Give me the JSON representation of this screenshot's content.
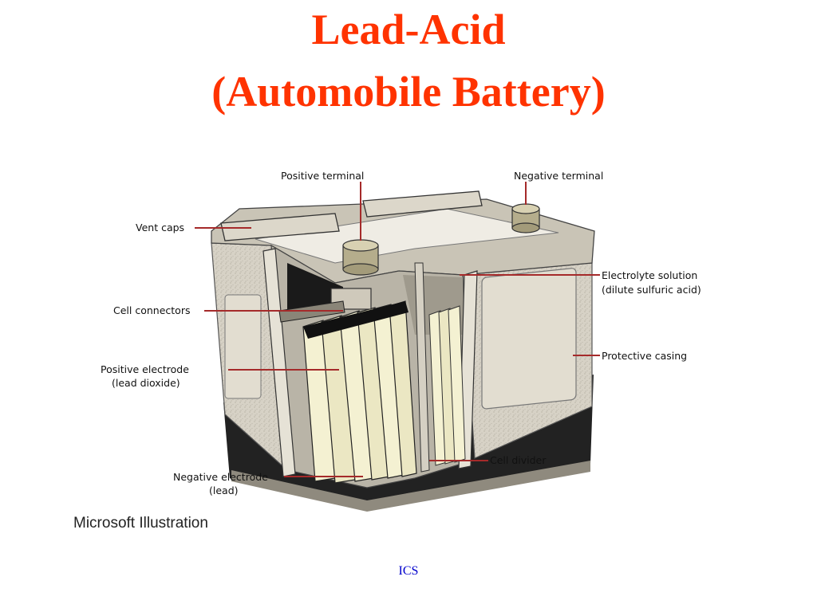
{
  "slide": {
    "title_line1": "Lead-Acid",
    "title_line2": "(Automobile Battery)",
    "credit": "Microsoft Illustration",
    "footer": "ICS"
  },
  "labels": {
    "positive_terminal": "Positive terminal",
    "negative_terminal": "Negative terminal",
    "vent_caps": "Vent caps",
    "electrolyte_line1": "Electrolyte solution",
    "electrolyte_line2": "(dilute sulfuric acid)",
    "cell_connectors": "Cell connectors",
    "protective_casing": "Protective casing",
    "positive_electrode_line1": "Positive electrode",
    "positive_electrode_line2": "(lead dioxide)",
    "negative_electrode_line1": "Negative electrode",
    "negative_electrode_line2": "(lead)",
    "cell_divider": "Cell divider"
  },
  "colors": {
    "title": "#ff3300",
    "footer": "#0000cc",
    "leader_line": "#a52a2a",
    "casing": "#d7d2c6",
    "casing_shadow": "#a9a497",
    "plate": "#f4f1d2",
    "base": "#222222"
  }
}
